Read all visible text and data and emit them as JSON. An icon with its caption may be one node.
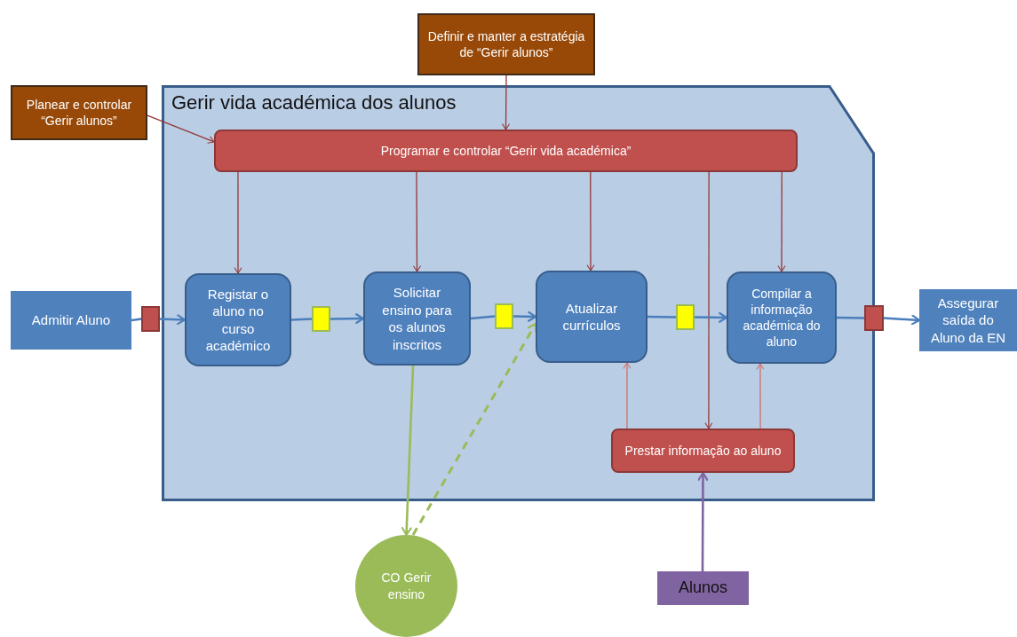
{
  "diagram": {
    "nodes": [
      {
        "text": [
          "Gerir vida académica dos alunos"
        ]
      },
      {
        "text": [
          "Definir e manter a estratégia de “Gerir alunos”"
        ]
      },
      {
        "text": [
          "Planear e controlar “Gerir alunos”"
        ]
      },
      {
        "text": [
          "Programar e controlar “Gerir vida académica”"
        ],
        "in": 0
      },
      {
        "text": [
          "Admitir Aluno"
        ]
      },
      {
        "text": [],
        "shape": "box"
      },
      {
        "text": [
          "Registar o aluno no curso académico"
        ],
        "in": 0
      },
      {
        "text": [],
        "shape": "box",
        "in": 0
      },
      {
        "text": [
          "Solicitar ensino para os alunos inscritos"
        ],
        "in": 0
      },
      {
        "text": [],
        "shape": "box",
        "in": 0
      },
      {
        "text": [
          "Atualizar currículos"
        ],
        "in": 0
      },
      {
        "text": [],
        "shape": "box",
        "in": 0
      },
      {
        "text": [
          "Compilar a informação académica do aluno"
        ],
        "in": 0
      },
      {
        "text": [],
        "shape": "box"
      },
      {
        "text": [
          "Assegurar saída do Aluno da EN"
        ]
      },
      {
        "text": [
          "Prestar informação ao aluno"
        ],
        "in": 0
      },
      {
        "text": [
          "CO Gerir ensino"
        ]
      },
      {
        "text": [
          "Alunos"
        ]
      }
    ],
    "edges": [
      {
        "from": 1,
        "to": 3,
        "arrow": "to",
        "color": "#953735"
      },
      {
        "from": 2,
        "to": 3,
        "arrow": "to",
        "color": "#953735"
      },
      {
        "from": 3,
        "to": 6,
        "arrow": "to",
        "color": "#953735"
      },
      {
        "from": 3,
        "to": 8,
        "arrow": "to",
        "color": "#953735"
      },
      {
        "from": 3,
        "to": 10,
        "arrow": "to",
        "color": "#953735"
      },
      {
        "from": 3,
        "to": 15,
        "arrow": "to",
        "color": "#953735"
      },
      {
        "from": 3,
        "to": 12,
        "arrow": "to",
        "color": "#953735"
      },
      {
        "from": 4,
        "to": 5,
        "arrow": "none"
      },
      {
        "from": 5,
        "to": 6,
        "arrow": "to"
      },
      {
        "from": 6,
        "to": 7,
        "arrow": "none"
      },
      {
        "from": 7,
        "to": 8,
        "arrow": "to"
      },
      {
        "from": 8,
        "to": 9,
        "arrow": "none"
      },
      {
        "from": 9,
        "to": 10,
        "arrow": "to"
      },
      {
        "from": 10,
        "to": 11,
        "arrow": "none"
      },
      {
        "from": 11,
        "to": 12,
        "arrow": "to"
      },
      {
        "from": 12,
        "to": 13,
        "arrow": "none"
      },
      {
        "from": 13,
        "to": 14,
        "arrow": "to"
      },
      {
        "from": 15,
        "to": 10,
        "arrow": "to",
        "color": "#d0706c"
      },
      {
        "from": 15,
        "to": 12,
        "arrow": "to",
        "color": "#d0706c"
      },
      {
        "from": 17,
        "to": 15,
        "arrow": "to",
        "color": "#8064a2"
      },
      {
        "from": 8,
        "to": 16,
        "arrow": "to",
        "color": "#9bbb59"
      },
      {
        "from": 16,
        "to": 10,
        "arrow": "to",
        "style": "dashed",
        "color": "#9bbb59"
      }
    ]
  }
}
